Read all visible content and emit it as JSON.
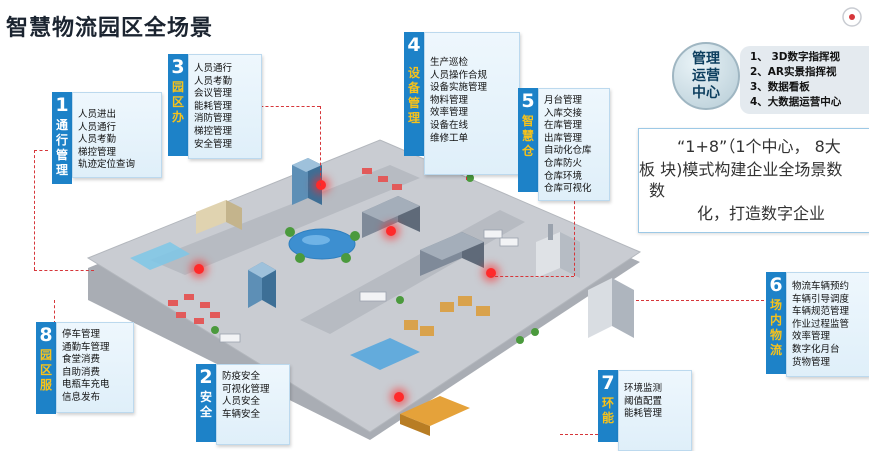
{
  "title": "智慧物流园区全场景",
  "management": {
    "circle_lines": [
      "管理",
      "运营",
      "中心"
    ],
    "items": [
      "1、 3D数字指挥视",
      "2、AR实景指挥视",
      "3、数据看板",
      "4、大数据运营中心"
    ]
  },
  "concept_lines": [
    "“1+8”（1个中心， 8大",
    "板 块)模式构建企业全场景数",
    "数",
    "化，打造数字企业"
  ],
  "modules": [
    {
      "num": "1",
      "label": "通行管理",
      "items": [
        "人员进出",
        "人员通行",
        "人员考勤",
        "梯控管理",
        "轨迹定位查询"
      ]
    },
    {
      "num": "2",
      "label": "安全",
      "items": [
        "防疫安全",
        "可视化管理",
        "人员安全",
        "车辆安全"
      ]
    },
    {
      "num": "3",
      "label": "园区办",
      "items": [
        "人员通行",
        "人员考勤",
        "会议管理",
        "能耗管理",
        "消防管理",
        "梯控管理",
        "安全管理"
      ]
    },
    {
      "num": "4",
      "label": "设备管理",
      "items": [
        "生产巡检",
        "人员操作合规",
        "设备实施管理",
        "物料管理",
        "效率管理",
        "设备在线",
        "维修工单"
      ]
    },
    {
      "num": "5",
      "label": "智慧仓",
      "items": [
        "月台管理",
        "入库交接",
        "在库管理",
        "出库管理",
        "自动化仓库",
        "仓库防火",
        "仓库环境",
        "仓库可视化"
      ]
    },
    {
      "num": "6",
      "label": "场内物流",
      "items": [
        "物流车辆预约",
        "车辆引导调度",
        "车辆规范管理",
        "作业过程监管",
        "效率管理",
        "数字化月台",
        "货物管理"
      ]
    },
    {
      "num": "7",
      "label": "环能",
      "items": [
        "环境监测",
        "阈值配置",
        "能耗管理"
      ]
    },
    {
      "num": "8",
      "label": "园区服",
      "items": [
        "停车管理",
        "通勤车管理",
        "食堂消费",
        "自助消费",
        "电瓶车充电",
        "信息发布"
      ]
    }
  ],
  "colors": {
    "tab_blue": "#1d82c8",
    "accent_yellow": "#f7c21a",
    "connector_red": "#d6363a",
    "ground": "#c9ccd2"
  }
}
